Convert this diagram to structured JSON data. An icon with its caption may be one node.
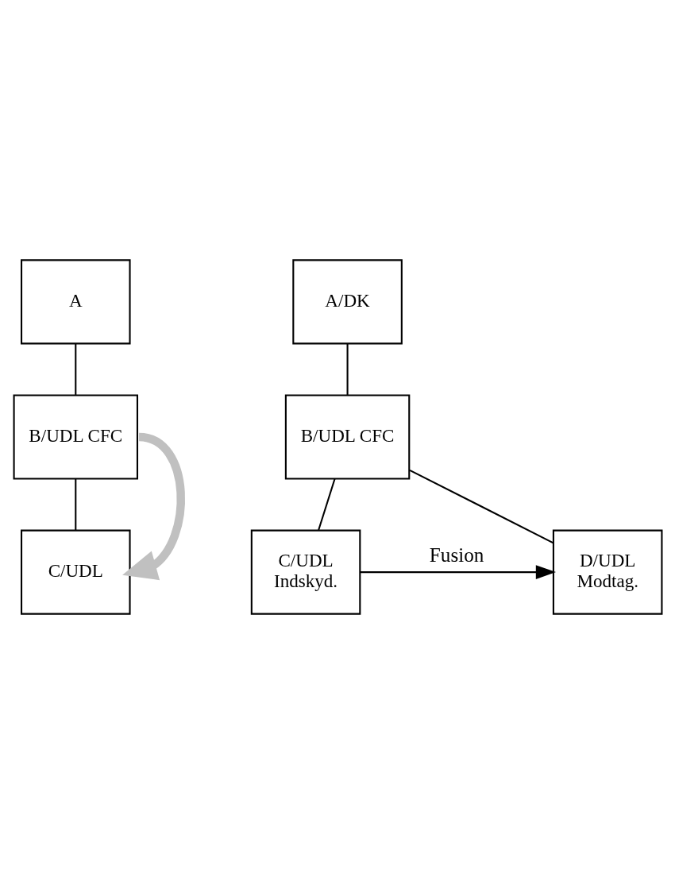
{
  "diagram": {
    "nodes": [
      {
        "text": [
          "A"
        ]
      },
      {
        "text": [
          "B/UDL CFC"
        ]
      },
      {
        "text": [
          "C/UDL"
        ]
      },
      {
        "text": [
          "A/DK"
        ]
      },
      {
        "text": [
          "B/UDL CFC"
        ]
      },
      {
        "text": [
          "C/UDL",
          "Indskyd."
        ]
      },
      {
        "text": [
          "D/UDL",
          "Modtag."
        ]
      }
    ],
    "edges": [
      {
        "from": 0,
        "to": 1,
        "arrow": "none"
      },
      {
        "from": 1,
        "to": 2,
        "arrow": "none"
      },
      {
        "from": 1,
        "to": 2,
        "arrow": "to",
        "style": "thick",
        "color": "#c0c0c0"
      },
      {
        "from": 3,
        "to": 4,
        "arrow": "none"
      },
      {
        "from": 4,
        "to": 5,
        "arrow": "none"
      },
      {
        "from": 4,
        "to": 6,
        "arrow": "none"
      },
      {
        "from": 5,
        "to": 6,
        "arrow": "to",
        "label": "Fusion"
      }
    ]
  }
}
